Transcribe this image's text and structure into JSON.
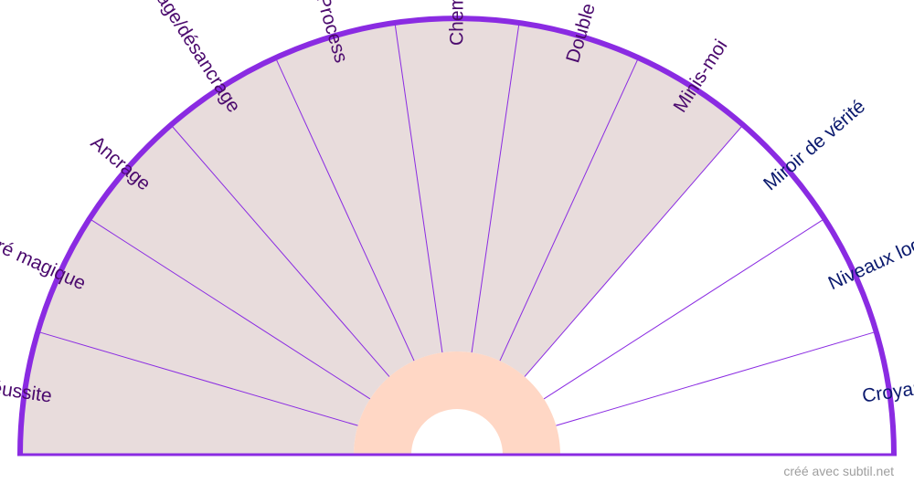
{
  "wheel": {
    "segments": [
      {
        "label": "Modélisation de réussite",
        "active": true
      },
      {
        "label": "Carré magique",
        "active": true
      },
      {
        "label": "Ancrage",
        "active": true
      },
      {
        "label": "Ancrage/désancrage",
        "active": true
      },
      {
        "label": "Core Process",
        "active": true
      },
      {
        "label": "Chemin de vie",
        "active": true
      },
      {
        "label": "Double dissociation",
        "active": true
      },
      {
        "label": "Minis-moi",
        "active": true
      },
      {
        "label": "Miroir de vérité",
        "active": false
      },
      {
        "label": "Niveaux logiques de Dilts",
        "active": false
      },
      {
        "label": "Croyances limitantes",
        "active": false
      }
    ],
    "colors": {
      "active_fill": "#e8dcdc",
      "inactive_fill": "#ffffff",
      "active_text": "#4b0a6e",
      "inactive_text": "#0b1a6e",
      "rim": "#8a2be2",
      "divider": "#8a2be2",
      "hub": "#ffd7c5"
    }
  },
  "footer": {
    "credit": "créé avec subtil.net"
  }
}
